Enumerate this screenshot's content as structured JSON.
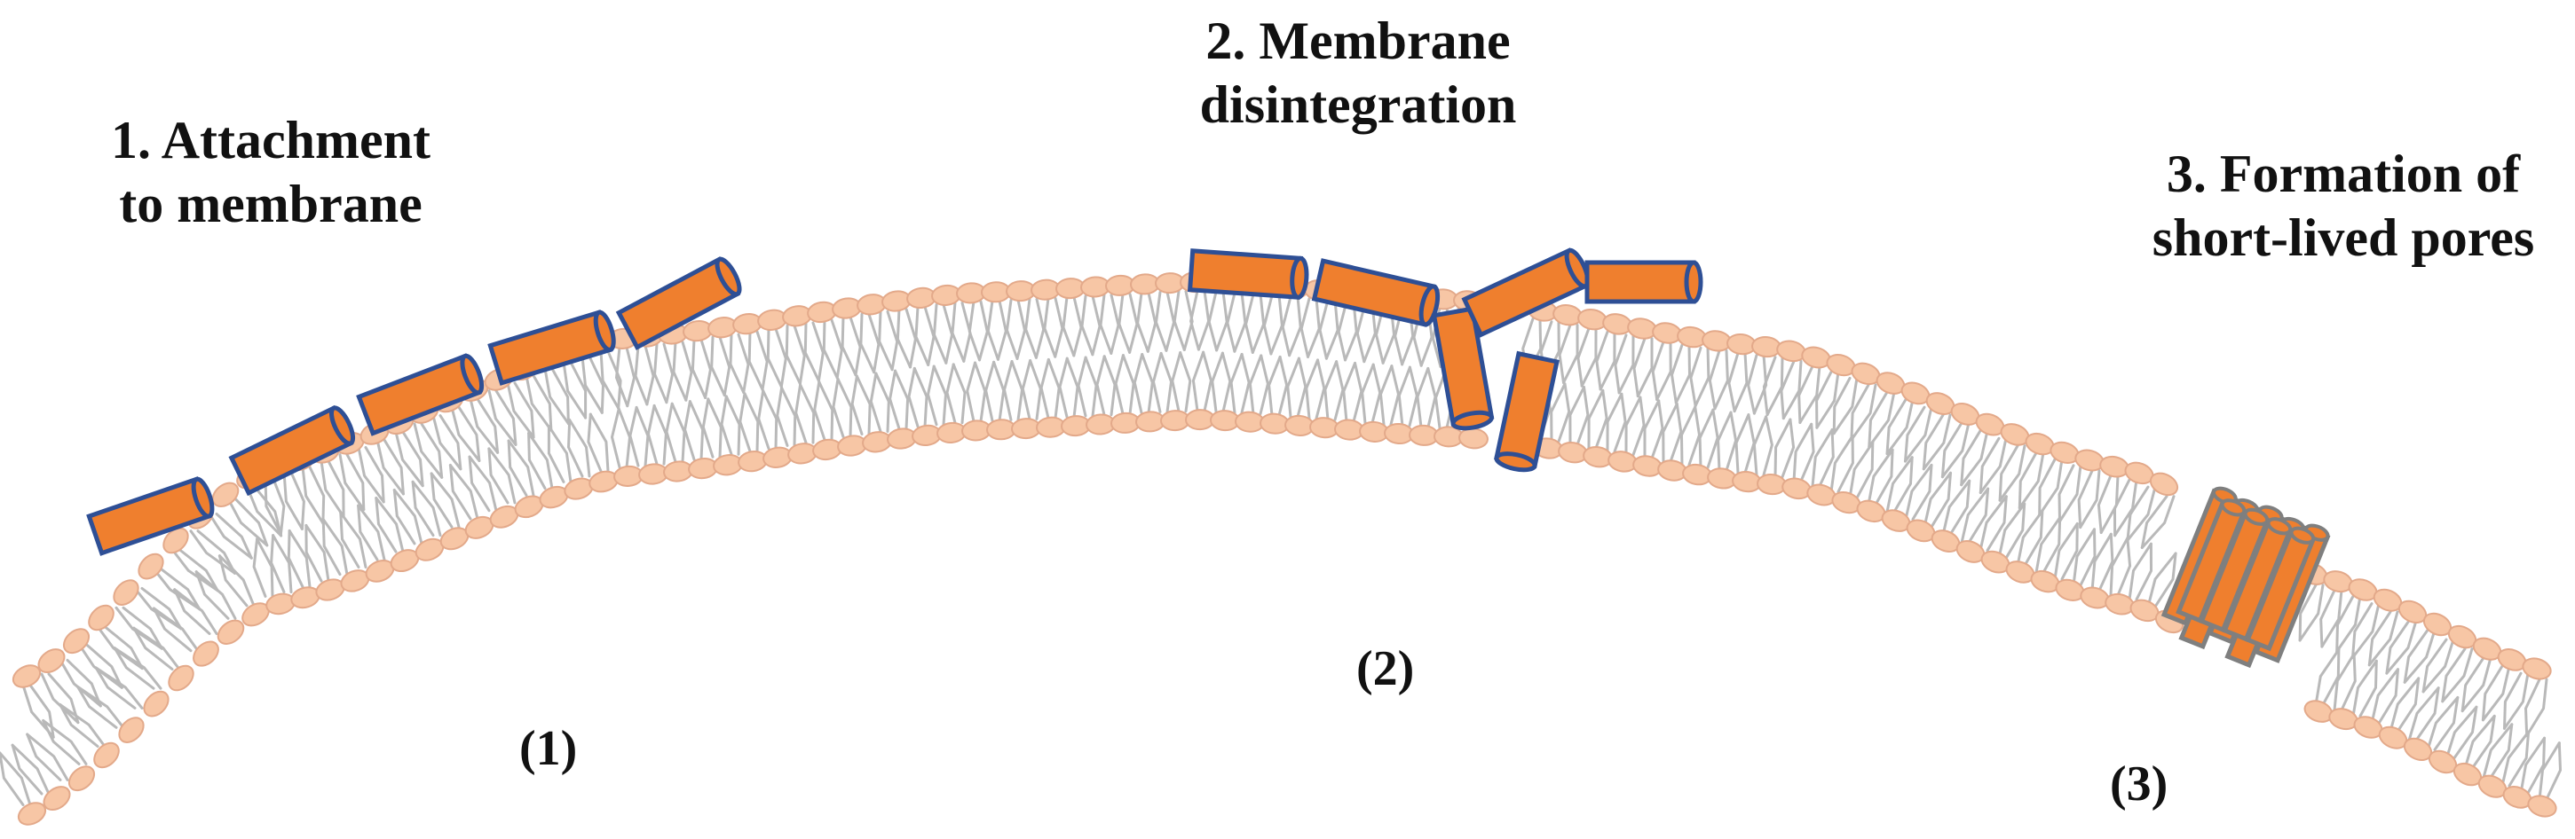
{
  "colors": {
    "background": "#ffffff",
    "lipid_head_fill": "#f7c6a5",
    "lipid_head_stroke": "#e3a98a",
    "lipid_tail": "#b9b9b9",
    "peptide_fill": "#ef7f2e",
    "peptide_outline": "#2e4f95",
    "pore_outline": "#7f7f7f",
    "text": "#111111"
  },
  "stages": [
    {
      "title_line1": "1. Attachment",
      "title_line2": "to membrane",
      "number": "(1)"
    },
    {
      "title_line1": "2. Membrane",
      "title_line2": "disintegration",
      "number": "(2)"
    },
    {
      "title_line1": "3. Formation of",
      "title_line2": "short-lived pores",
      "number": "(3)"
    }
  ],
  "icons": [
    "lipid-bilayer-icon",
    "peptide-cylinder-icon",
    "pore-bundle-icon"
  ]
}
